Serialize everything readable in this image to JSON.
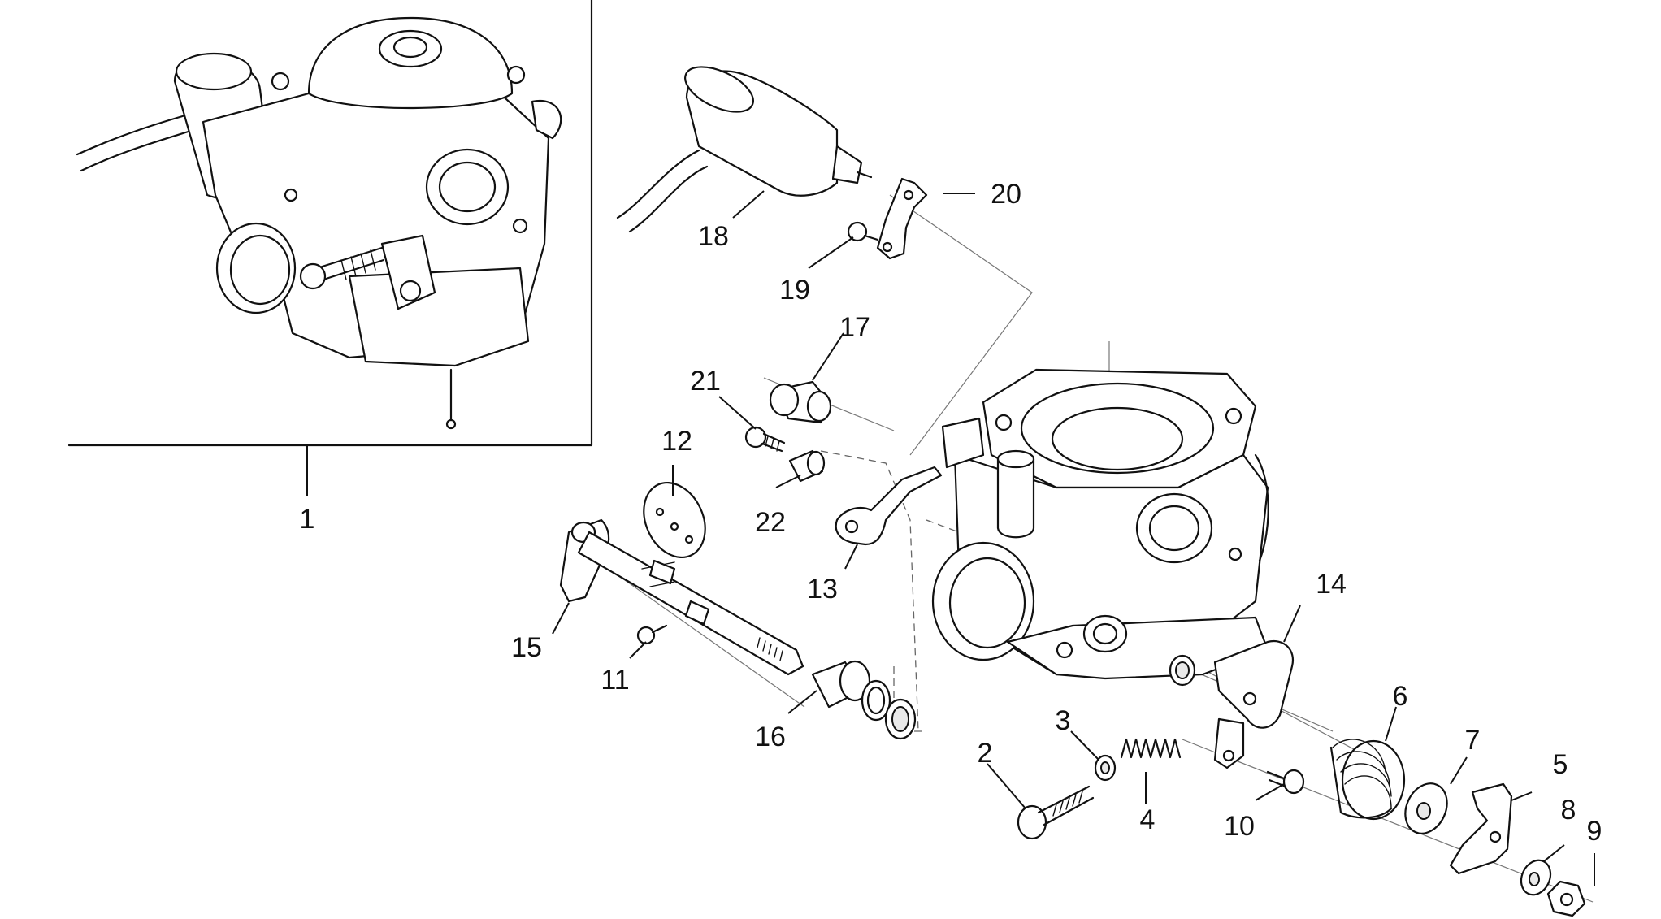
{
  "callouts": [
    {
      "id": "1",
      "label": "1"
    },
    {
      "id": "2",
      "label": "2"
    },
    {
      "id": "3",
      "label": "3"
    },
    {
      "id": "4",
      "label": "4"
    },
    {
      "id": "5",
      "label": "5"
    },
    {
      "id": "6",
      "label": "6"
    },
    {
      "id": "7",
      "label": "7"
    },
    {
      "id": "8",
      "label": "8"
    },
    {
      "id": "9",
      "label": "9"
    },
    {
      "id": "10",
      "label": "10"
    },
    {
      "id": "11",
      "label": "11"
    },
    {
      "id": "12",
      "label": "12"
    },
    {
      "id": "13",
      "label": "13"
    },
    {
      "id": "14",
      "label": "14"
    },
    {
      "id": "15",
      "label": "15"
    },
    {
      "id": "16",
      "label": "16"
    },
    {
      "id": "17",
      "label": "17"
    },
    {
      "id": "18",
      "label": "18"
    },
    {
      "id": "19",
      "label": "19"
    },
    {
      "id": "20",
      "label": "20"
    },
    {
      "id": "21",
      "label": "21"
    },
    {
      "id": "22",
      "label": "22"
    }
  ],
  "colors": {
    "ink": "#111111",
    "background": "#ffffff"
  }
}
